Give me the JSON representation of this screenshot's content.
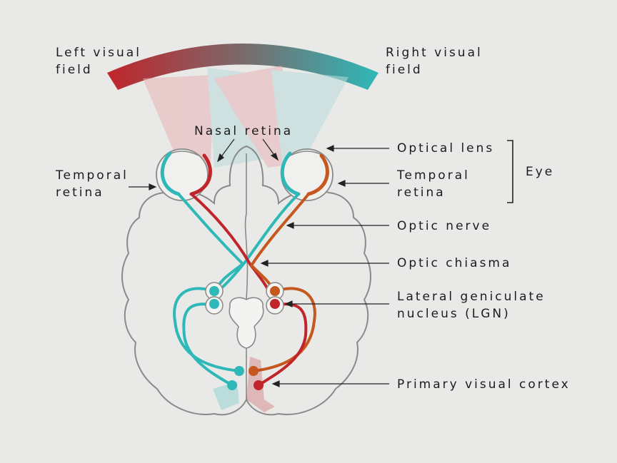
{
  "field_labels": {
    "left": [
      "Left visual",
      "field"
    ],
    "right": [
      "Right visual",
      "field"
    ]
  },
  "labels": {
    "nasal_retina": "Nasal retina",
    "temporal_retina_left": [
      "Temporal",
      "retina"
    ],
    "optical_lens": "Optical lens",
    "temporal_retina_right": [
      "Temporal",
      "retina"
    ],
    "eye": "Eye",
    "optic_nerve": "Optic nerve",
    "optic_chiasma": "Optic chiasma",
    "lgn": [
      "Lateral geniculate",
      "nucleus (LGN)"
    ],
    "primary_visual_cortex": "Primary visual cortex"
  },
  "colors": {
    "left_field": "#c0252b",
    "right_field": "#2fb8b8",
    "orange_pathway": "#c4581e",
    "brain_outline": "#8a8a8a"
  }
}
